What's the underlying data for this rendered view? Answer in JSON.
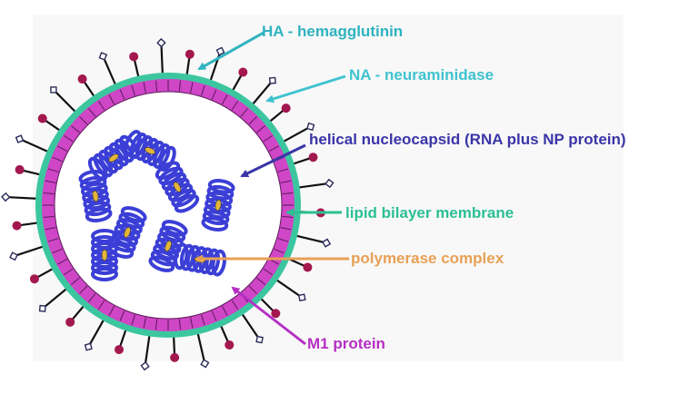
{
  "labels": {
    "ha": "HA - hemagglutinin",
    "na": "NA - neuraminidase",
    "nucleocapsid": "helical nucleocapsid (RNA plus NP protein)",
    "membrane": "lipid bilayer membrane",
    "polymerase": "polymerase complex",
    "m1": "M1 protein"
  },
  "colors": {
    "ha_label": "#2fb3c0",
    "na_label": "#3fc3cf",
    "nucleocapsid_label": "#3a35a8",
    "membrane_label": "#2bbf92",
    "polymerase_label": "#e8a055",
    "m1_label": "#b52fc4",
    "membrane_fill": "#3cc69f",
    "m1_fill": "#cf46c6",
    "rna_coil": "#3b3fd6",
    "polymerase_dot": "#e3b53a",
    "ha_knob": "#a3184e",
    "na_head": "#ffffff"
  }
}
